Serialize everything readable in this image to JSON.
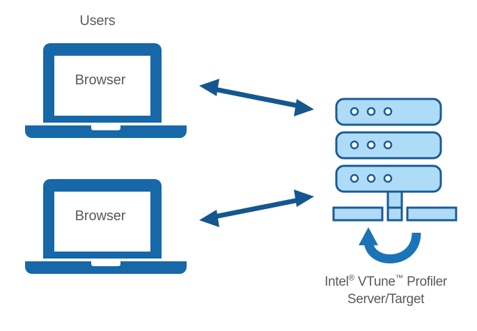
{
  "diagram": {
    "type": "architecture-diagram",
    "background_color": "#ffffff",
    "colors": {
      "laptop_blue": "#1668a8",
      "server_fill": "#aedcf7",
      "server_stroke": "#1a5a96",
      "arrow_blue": "#14578f",
      "curved_arrow_blue": "#1b74b8",
      "text_gray": "#58595b",
      "screen_fill": "#ffffff"
    },
    "labels": {
      "users": "Users",
      "browser_top": "Browser",
      "browser_bottom": "Browser",
      "server_caption_line1_prefix": "Intel",
      "server_caption_line1_reg": "®",
      "server_caption_line1_mid": " VTune",
      "server_caption_line1_tm": "™",
      "server_caption_line1_suffix": " Profiler",
      "server_caption_line2": "Server/Target",
      "server_caption_full": "Intel® VTune™ Profiler Server/Target"
    },
    "nodes": [
      {
        "id": "laptop-top",
        "name": "user-laptop-top",
        "kind": "laptop",
        "screen_text": "Browser"
      },
      {
        "id": "laptop-bottom",
        "name": "user-laptop-bottom",
        "kind": "laptop",
        "screen_text": "Browser"
      },
      {
        "id": "server-stack",
        "name": "vtune-profiler-server",
        "kind": "server-stack",
        "rack_units": 3,
        "leds_per_unit": 3,
        "caption": "Intel® VTune™ Profiler Server/Target"
      }
    ],
    "connectors": [
      {
        "id": "arrow-top",
        "name": "bidirectional-arrow-top",
        "style": "double-headed",
        "from": "laptop-top",
        "to": "server-stack",
        "direction": "down-right"
      },
      {
        "id": "arrow-bottom",
        "name": "bidirectional-arrow-bottom",
        "style": "double-headed",
        "from": "laptop-bottom",
        "to": "server-stack",
        "direction": "up-right"
      },
      {
        "id": "arrow-loop",
        "name": "self-loop-arrow",
        "style": "u-turn-single-headed",
        "from": "server-stack",
        "to": "server-stack",
        "direction": "counterclockwise-up"
      }
    ]
  }
}
